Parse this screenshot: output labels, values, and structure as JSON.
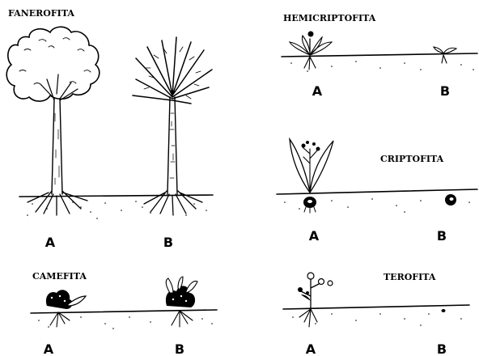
{
  "panels": {
    "fanerofita": {
      "title": "FANEROFITA",
      "label_a": "A",
      "label_b": "B"
    },
    "hemicriptofita": {
      "title": "HEMICRIPTOFITA",
      "label_a": "A",
      "label_b": "B"
    },
    "criptofita": {
      "title": "CRIPTOFITA",
      "label_a": "A",
      "label_b": "B"
    },
    "camefita": {
      "title": "CAMEFITA",
      "label_a": "A",
      "label_b": "B"
    },
    "terofita": {
      "title": "TEROFITA",
      "label_a": "A",
      "label_b": "B"
    }
  }
}
